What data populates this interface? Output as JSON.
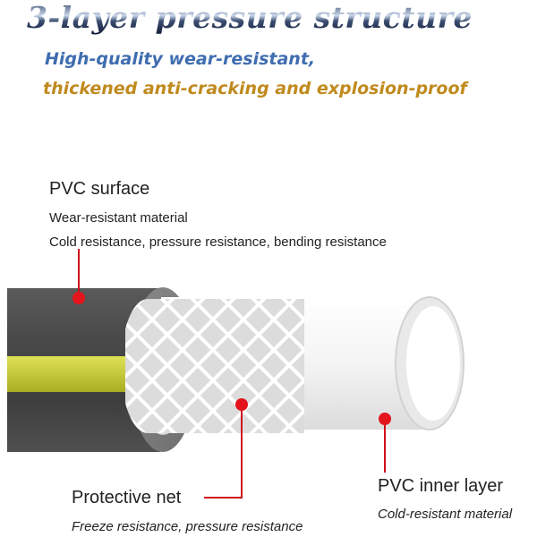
{
  "header": {
    "title": "3-layer pressure structure",
    "subtitle_line1": "High-quality wear-resistant,",
    "subtitle_line2": "thickened anti-cracking and explosion-proof"
  },
  "layers": {
    "outer": {
      "name": "PVC surface",
      "desc1": "Wear-resistant material",
      "desc2": "Cold resistance, pressure resistance, bending resistance"
    },
    "middle": {
      "name": "Protective net",
      "desc": "Freeze resistance, pressure resistance"
    },
    "inner": {
      "name": "PVC inner layer",
      "desc": "Cold-resistant material"
    }
  },
  "colors": {
    "outer_layer": "#4a4a4a",
    "stripe": "#c8cc3a",
    "callout": "#d0101a",
    "inner_tube": "#f2f2f2"
  }
}
